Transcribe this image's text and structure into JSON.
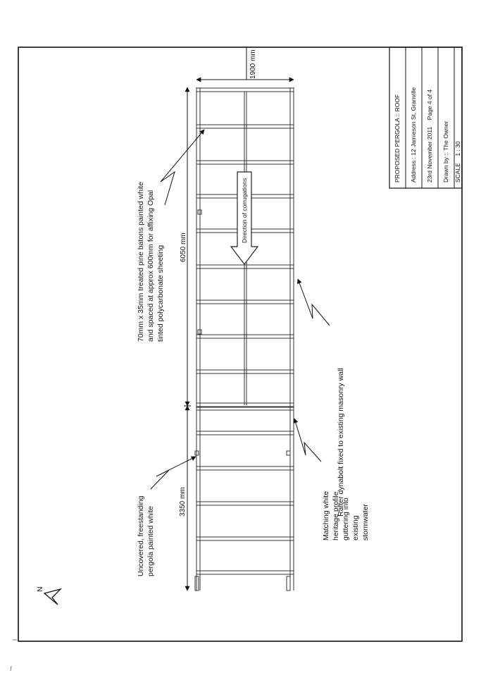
{
  "title_block": {
    "title": "PROPOSED PERGOLA :: ROOF",
    "address": "Address : 12 Jamieson St, Granville",
    "date_page": "23rd November 2011    Page 4 of 4",
    "drawn_by": "Drawn by :: The Owner",
    "scale": "SCALE    1 : 30"
  },
  "dimensions": {
    "width": "1900 mm",
    "covered_length": "6050 mm",
    "uncovered_length": "3350 mm"
  },
  "annotations": {
    "batons": [
      "70mm x 35mm treated pine batons painted white",
      "and spaced at approx 600mm for affixing Opal",
      "tinted polycarbonate sheeting"
    ],
    "corrugations": "Direction of corrugations",
    "dynabolt": "Rafter dynabolt fixed to existing masonry wall",
    "pergola": [
      "Uncovered, freestanding",
      "pergola painted white"
    ],
    "guttering": [
      "Matching white",
      "heritage profile",
      "guttering into",
      "existing",
      "stormwater"
    ]
  },
  "north": {
    "label": "N"
  }
}
